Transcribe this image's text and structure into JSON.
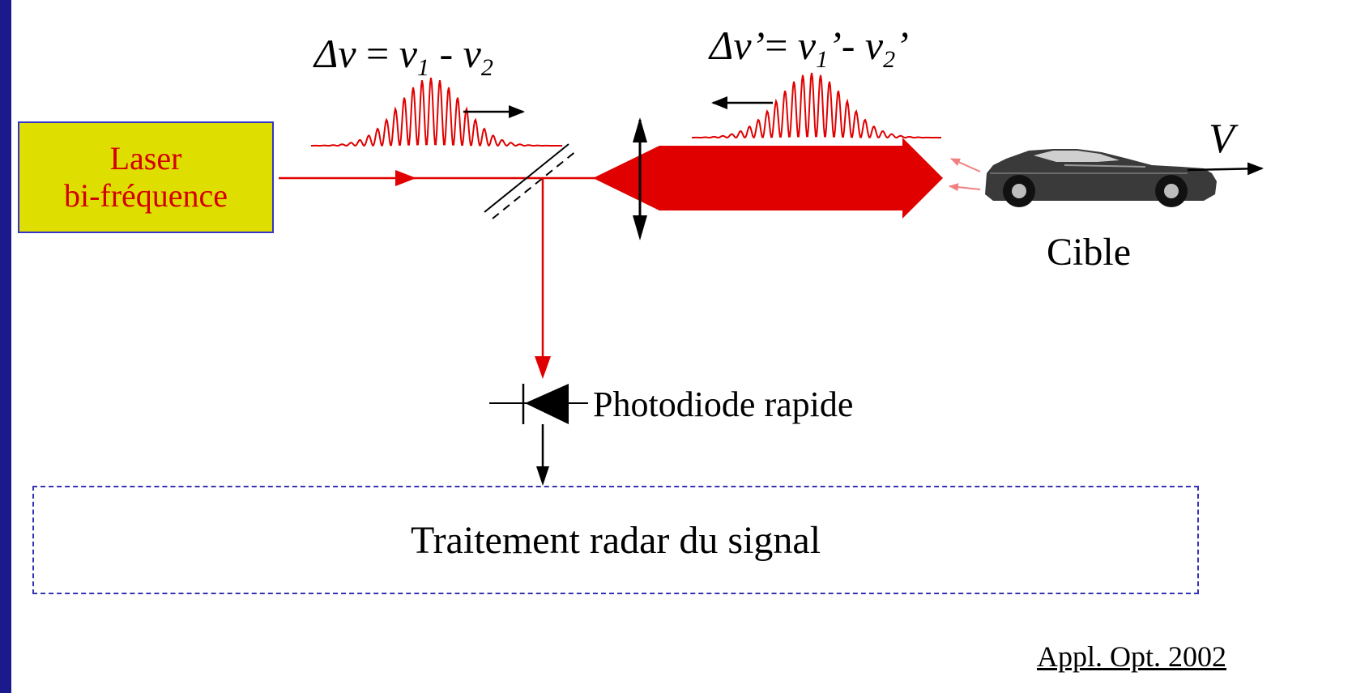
{
  "laser": {
    "line1": "Laser",
    "line2": "bi-fréquence"
  },
  "formula_emitted": {
    "delta": "Δν",
    "eq": " = ",
    "nu1": "ν",
    "sub1": "1",
    "minus": " - ",
    "nu2": "ν",
    "sub2": "2"
  },
  "formula_returned": {
    "delta": "Δν’",
    "eq": "= ",
    "nu1": "ν",
    "sub1": "1",
    "prime1": "’",
    "minus": "- ",
    "nu2": "ν",
    "sub2": "2",
    "prime2": "’"
  },
  "target": {
    "velocity_label": "V",
    "label": "Cible"
  },
  "detector": {
    "label": "Photodiode rapide"
  },
  "processing": {
    "label": "Traitement radar du signal"
  },
  "citation": "Appl. Opt. 2002",
  "colors": {
    "beam": "#e00000",
    "laser_box": "#dede00",
    "laser_text": "#d40000",
    "dash_box": "#3434b4",
    "frame": "#1a1a8c",
    "reflection": "#f08080"
  }
}
